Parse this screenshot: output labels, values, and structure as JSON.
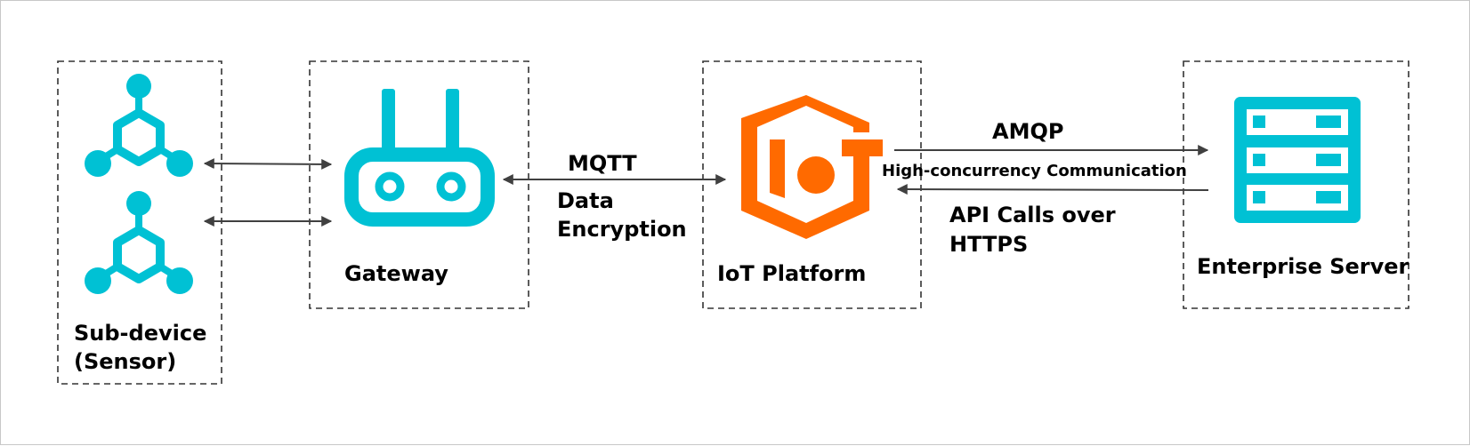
{
  "colors": {
    "icon_primary": "#00c1d4",
    "iot_brand": "#ff6a00",
    "arrow": "#404040",
    "box_border": "#333333",
    "text": "#000000"
  },
  "nodes": {
    "subdevice": {
      "label_line1": "Sub-device",
      "label_line2": "(Sensor)",
      "icon": "sensor-hub-icon",
      "icon_count": 2
    },
    "gateway": {
      "label": "Gateway",
      "icon": "gateway-router-icon"
    },
    "iot_platform": {
      "label": "IoT Platform",
      "icon": "iot-platform-logo-icon"
    },
    "enterprise_server": {
      "label": "Enterprise Server",
      "icon": "server-rack-icon"
    }
  },
  "edges": {
    "subdevice_gateway": {
      "direction": "bidirectional",
      "count": 2
    },
    "gateway_iot": {
      "direction": "bidirectional",
      "label_top": "MQTT",
      "label_bottom_line1": "Data",
      "label_bottom_line2": "Encryption"
    },
    "iot_to_enterprise": {
      "direction": "iot-to-enterprise",
      "label_top": "AMQP",
      "label_middle": "High-concurrency Communication"
    },
    "enterprise_to_iot": {
      "direction": "enterprise-to-iot",
      "label_bottom_line1": "API Calls over",
      "label_bottom_line2": "HTTPS"
    }
  }
}
